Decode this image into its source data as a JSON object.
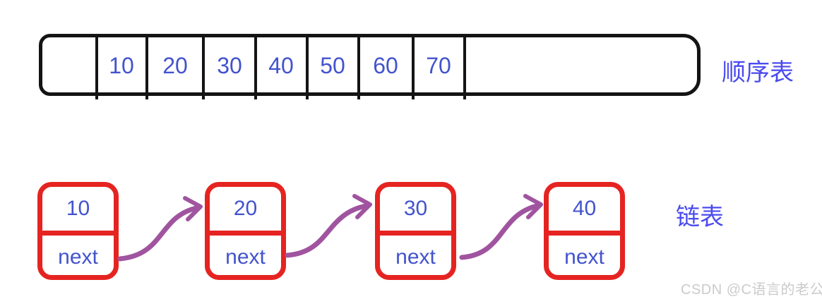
{
  "colors": {
    "ink": "#141414",
    "cell-blue": "#4353cd",
    "label-blue": "#4b4bf0",
    "node-red": "#e52421",
    "arrow-purple": "#a0549f",
    "watermark-gray": "#cbcbcb"
  },
  "sequence_table": {
    "label": "顺序表",
    "cells": [
      "",
      "10",
      "20",
      "30",
      "40",
      "50",
      "60",
      "70",
      ""
    ]
  },
  "linked_list": {
    "label": "链表",
    "nodes": [
      {
        "value": "10",
        "pointer": "next"
      },
      {
        "value": "20",
        "pointer": "next"
      },
      {
        "value": "30",
        "pointer": "next"
      },
      {
        "value": "40",
        "pointer": "next"
      }
    ]
  },
  "watermark": "CSDN @C语言的老公"
}
